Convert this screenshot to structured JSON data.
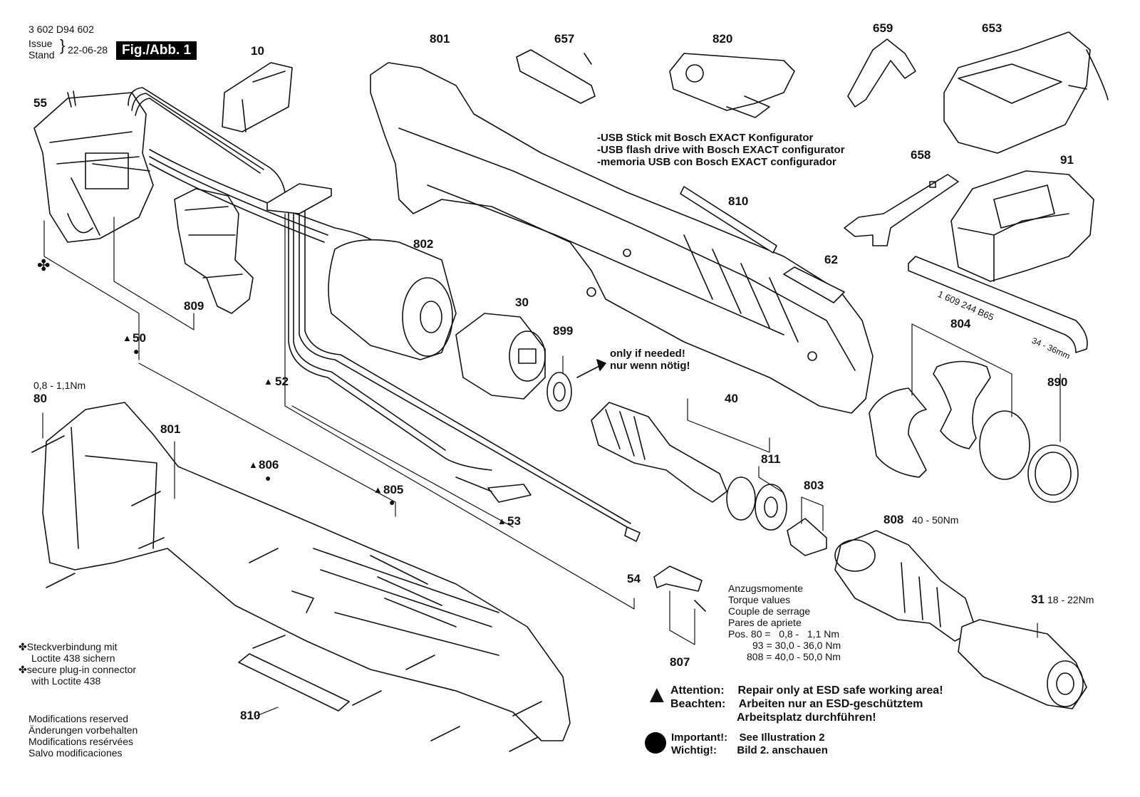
{
  "header": {
    "doc_number": "3 602 D94 602",
    "issue_label": "Issue",
    "stand_label": "Stand",
    "issue_date": "22-06-28",
    "figure_label": "Fig./Abb. 1"
  },
  "parts": {
    "p10": "10",
    "p55": "55",
    "p809": "809",
    "p50": "50",
    "p52": "52",
    "p801a": "801",
    "p657": "657",
    "p820": "820",
    "p659": "659",
    "p653": "653",
    "p658": "658",
    "p91": "91",
    "p810a": "810",
    "p62": "62",
    "p802": "802",
    "p30": "30",
    "p899": "899",
    "p804": "804",
    "p890": "890",
    "p40": "40",
    "p811": "811",
    "p803": "803",
    "p808": "808",
    "p31": "31",
    "p80": "80",
    "p801b": "801",
    "p806": "806",
    "p805": "805",
    "p53": "53",
    "p54": "54",
    "p807": "807",
    "p810b": "810"
  },
  "torque_inline": {
    "t80": "0,8 - 1,1Nm",
    "t808": "40 - 50Nm",
    "t31": "18 - 22Nm"
  },
  "usb_notes": [
    "-USB Stick mit Bosch EXACT Konfigurator",
    "-USB flash drive with Bosch EXACT configurator",
    "-memoria USB con Bosch EXACT configurador"
  ],
  "only_if_needed": [
    "only if needed!",
    "nur wenn nötig!"
  ],
  "wrench_text": "1 609 244 B65",
  "wrench_size": "34 - 36mm",
  "torque_table": {
    "headers": [
      "Anzugsmomente",
      "Torque values",
      "Couple de serrage",
      "Pares de apriete"
    ],
    "rows": [
      "Pos. 80 =   0,8 -   1,1 Nm",
      "93 = 30,0 - 36,0 Nm",
      "808 = 40,0 - 50,0 Nm"
    ]
  },
  "loctite_notes": [
    "Steckverbindung mit",
    "Loctite 438 sichern",
    "secure plug-in connector",
    "with Loctite 438"
  ],
  "modifications": [
    "Modifications reserved",
    "Änderungen vorbehalten",
    "Modifications resérvées",
    "Salvo modificaciones"
  ],
  "attention": {
    "l1_label": "Attention:",
    "l1_text": "Repair only at ESD safe working area!",
    "l2_label": "Beachten:",
    "l2_text": "Arbeiten nur an ESD-geschütztem",
    "l3_text": "Arbeitsplatz durchführen!"
  },
  "important": {
    "l1_label": "Important!:",
    "l1_text": "See Illustration 2",
    "l2_label": "Wichtig!:",
    "l2_text": "Bild 2. anschauen"
  }
}
